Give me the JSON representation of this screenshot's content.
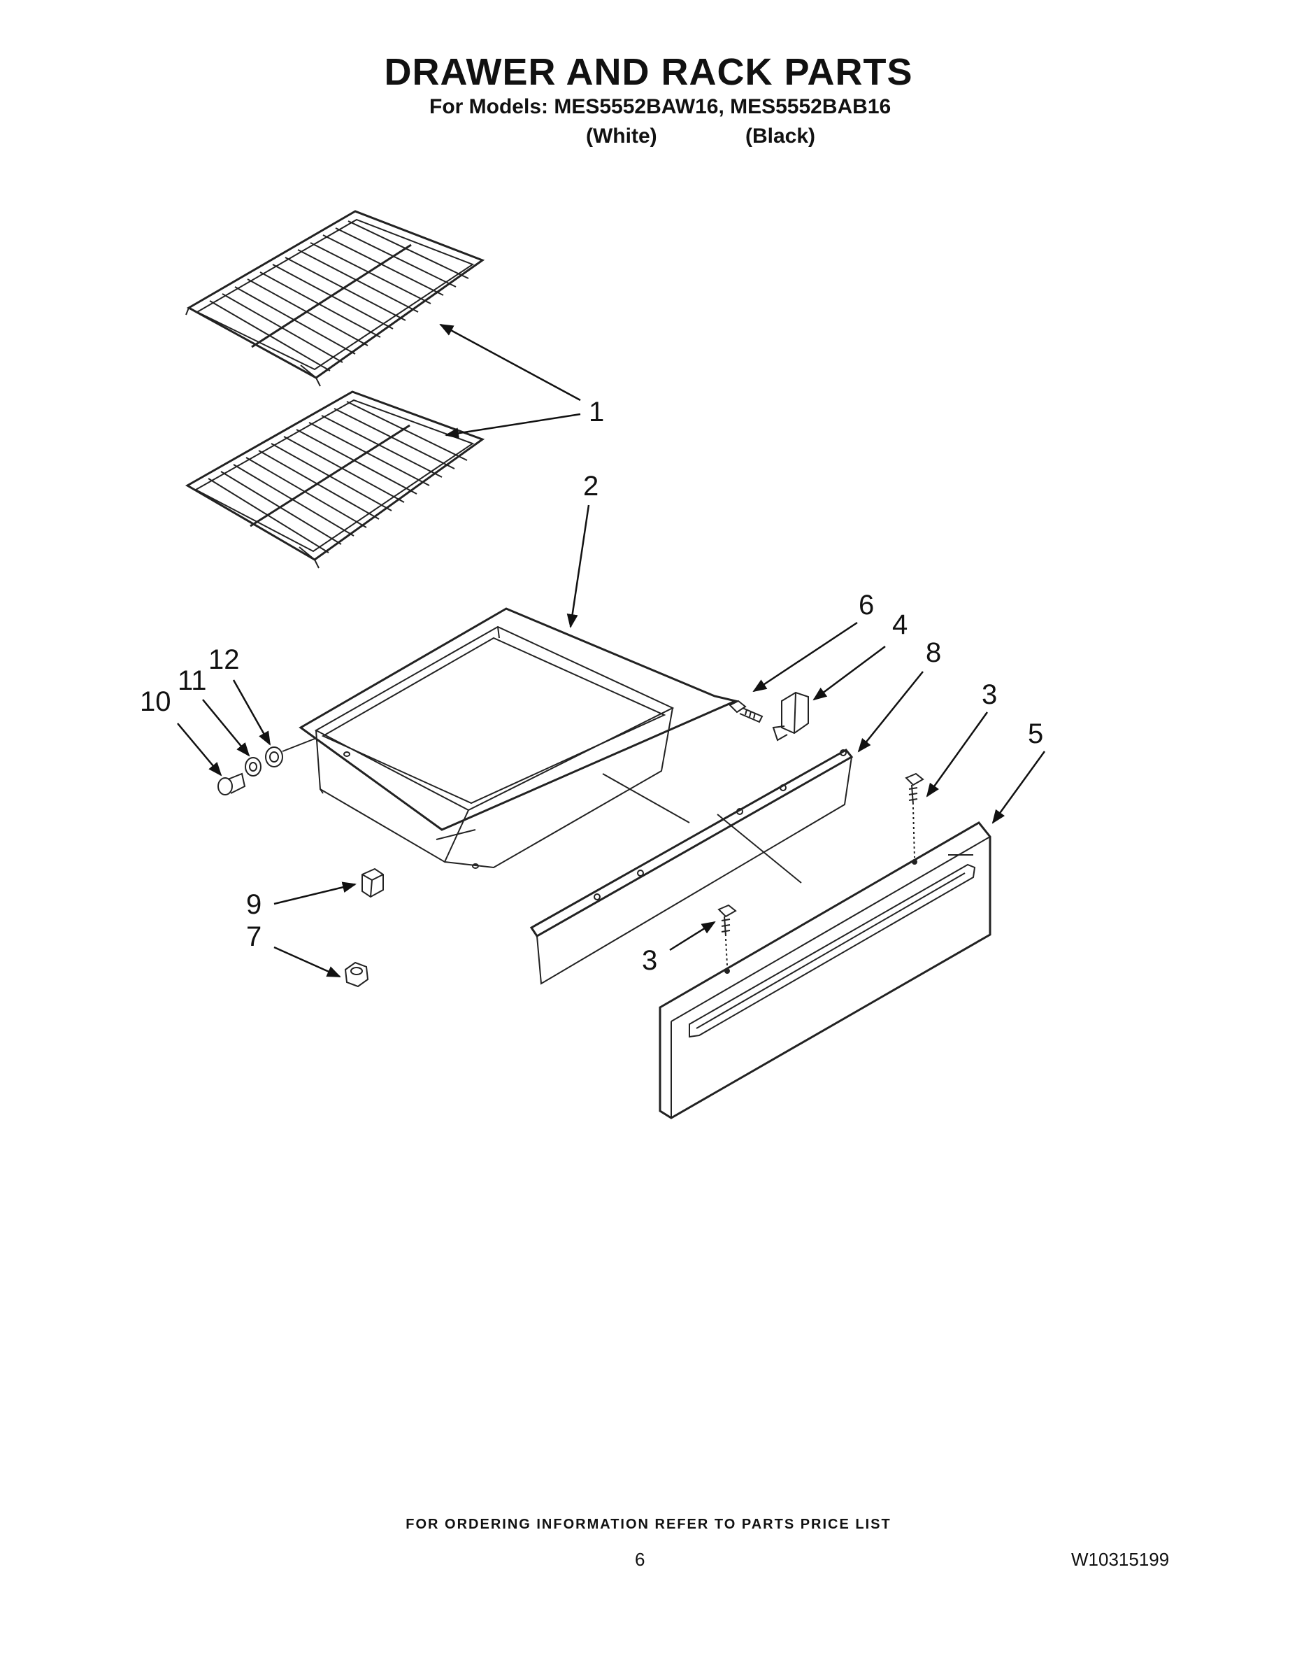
{
  "header": {
    "title": "DRAWER AND RACK PARTS",
    "models_line": "For Models: MES5552BAW16, MES5552BAB16",
    "variant_white": "(White)",
    "variant_black": "(Black)"
  },
  "callouts": {
    "c1": "1",
    "c2": "2",
    "c3a": "3",
    "c3b": "3",
    "c4": "4",
    "c5": "5",
    "c6": "6",
    "c7": "7",
    "c8": "8",
    "c9": "9",
    "c10": "10",
    "c11": "11",
    "c12": "12"
  },
  "footer": {
    "note": "FOR ORDERING INFORMATION REFER TO PARTS PRICE LIST",
    "page_number": "6",
    "doc_id": "W10315199"
  }
}
